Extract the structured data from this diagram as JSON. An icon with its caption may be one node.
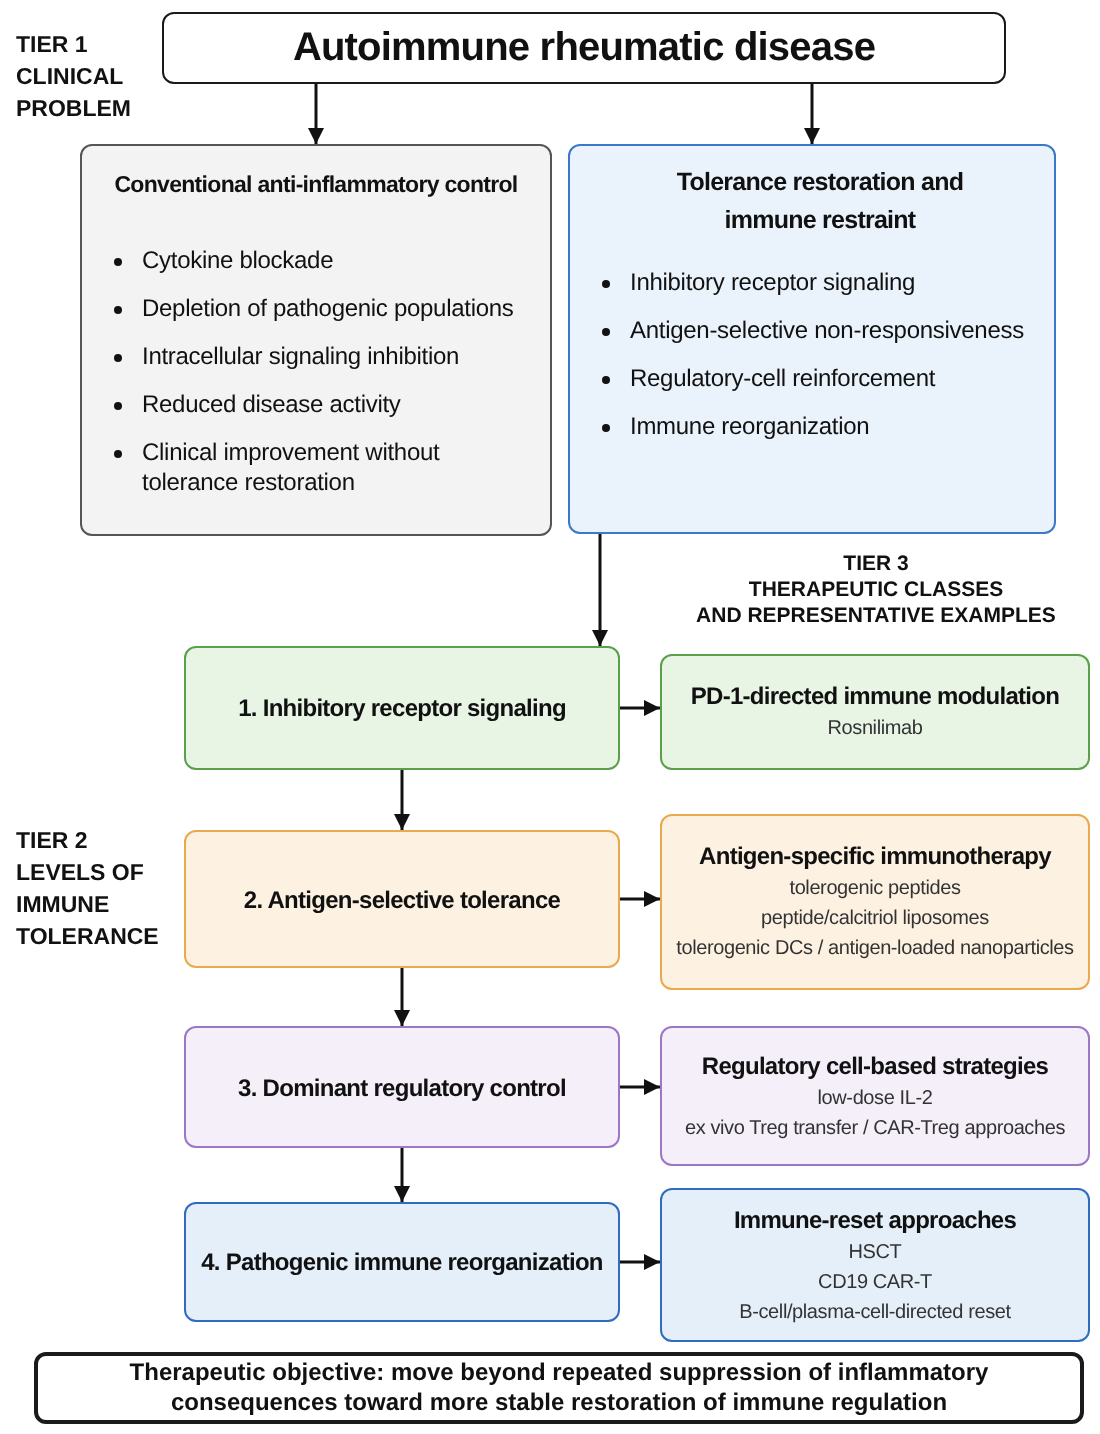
{
  "diagram": {
    "nodes": [
      {
        "text": [
          "Autoimmune rheumatic disease"
        ]
      },
      {
        "text": [
          "Conventional anti-inflammatory control",
          "Cytokine blockade",
          "Depletion of pathogenic populations",
          "Intracellular signaling inhibition",
          "Reduced disease activity",
          "Clinical improvement without tolerance restoration"
        ]
      },
      {
        "text": [
          "Tolerance restoration and immune restraint",
          "Inhibitory receptor signaling",
          "Antigen-selective non-responsiveness",
          "Regulatory-cell reinforcement",
          "Immune reorganization"
        ]
      },
      {
        "text": [
          "1. Inhibitory receptor signaling"
        ]
      },
      {
        "text": [
          "PD-1-directed immune modulation",
          "Rosnilimab"
        ]
      },
      {
        "text": [
          "2. Antigen-selective tolerance"
        ]
      },
      {
        "text": [
          "Antigen-specific immunotherapy",
          "tolerogenic peptides",
          "peptide/calcitriol liposomes",
          "tolerogenic DCs / antigen-loaded nanoparticles"
        ]
      },
      {
        "text": [
          "3. Dominant regulatory control"
        ]
      },
      {
        "text": [
          "Regulatory cell-based strategies",
          "low-dose IL-2",
          "ex vivo Treg transfer / CAR-Treg approaches"
        ]
      },
      {
        "text": [
          "4. Pathogenic immune reorganization"
        ]
      },
      {
        "text": [
          "Immune-reset approaches",
          "HSCT",
          "CD19 CAR-T",
          "B-cell/plasma-cell-directed reset"
        ]
      },
      {
        "text": [
          "Therapeutic objective: move beyond repeated suppression of inflammatory consequences toward more stable restoration of immune regulation"
        ]
      }
    ],
    "edges": [
      {
        "from": 0,
        "to": 1,
        "arrow": "to"
      },
      {
        "from": 0,
        "to": 2,
        "arrow": "to"
      },
      {
        "from": 2,
        "to": 3,
        "arrow": "to"
      },
      {
        "from": 3,
        "to": 4,
        "arrow": "to"
      },
      {
        "from": 3,
        "to": 5,
        "arrow": "to"
      },
      {
        "from": 5,
        "to": 6,
        "arrow": "to"
      },
      {
        "from": 5,
        "to": 7,
        "arrow": "to"
      },
      {
        "from": 7,
        "to": 8,
        "arrow": "to"
      },
      {
        "from": 7,
        "to": 9,
        "arrow": "to"
      },
      {
        "from": 9,
        "to": 10,
        "arrow": "to"
      }
    ],
    "labels": [
      "TIER 1",
      "CLINICAL PROBLEM",
      "TIER 3",
      "THERAPEUTIC CLASSES AND REPRESENTATIVE EXAMPLES",
      "TIER 2",
      "LEVELS OF IMMUNE TOLERANCE"
    ]
  }
}
